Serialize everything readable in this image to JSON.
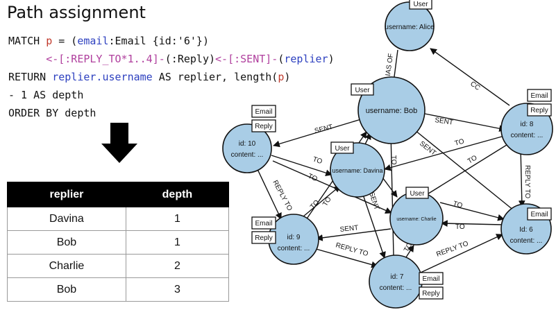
{
  "title": "Path assignment",
  "query": {
    "line1": {
      "kw": "MATCH ",
      "p": "p",
      "eq": " = (",
      "email": "email",
      "lbl": ":Email {id:'6'})"
    },
    "line2": {
      "indent": "      ",
      "a1": "<-[:REPLY_TO*1..4]-",
      "mid": "(:Reply)",
      "a2": "<-[:SENT]-",
      "open": "(",
      "replier": "replier",
      "close": ")"
    },
    "line3": {
      "kw": "RETURN ",
      "repl": "replier.username",
      "as": " AS replier, length(",
      "p": "p",
      "close": ")"
    },
    "line4": "- 1 AS depth",
    "line5": "ORDER BY depth"
  },
  "result_table": {
    "headers": [
      "replier",
      "depth"
    ],
    "rows": [
      [
        "Davina",
        "1"
      ],
      [
        "Bob",
        "1"
      ],
      [
        "Charlie",
        "2"
      ],
      [
        "Bob",
        "3"
      ]
    ]
  },
  "graph": {
    "nodes": {
      "alice": {
        "text": "username: Alice",
        "labels": [
          "User"
        ]
      },
      "bob": {
        "text": "username: Bob",
        "labels": [
          "User"
        ]
      },
      "davina": {
        "text": "username: Davina",
        "labels": [
          "User"
        ]
      },
      "charlie": {
        "text": "username: Charlie",
        "labels": [
          "User"
        ]
      },
      "n10": {
        "line1": "id: 10",
        "line2": "content: ...",
        "labels": [
          "Email",
          "Reply"
        ]
      },
      "n9": {
        "line1": "id: 9",
        "line2": "content: ...",
        "labels": [
          "Email",
          "Reply"
        ]
      },
      "n7": {
        "line1": "id: 7",
        "line2": "content: ...",
        "labels": [
          "Email",
          "Reply"
        ]
      },
      "n8": {
        "line1": "id: 8",
        "line2": "content: ...",
        "labels": [
          "Email",
          "Reply"
        ]
      },
      "n6": {
        "line1": "Id: 6",
        "line2": "content: ...",
        "labels": [
          "Email"
        ]
      }
    },
    "edge_labels": {
      "alias_of": "ALIAS OF",
      "cc": "CC",
      "sent": "SENT",
      "to": "TO",
      "reply_to": "REPLY TO"
    },
    "node_fill": "#a9cde6",
    "stroke": "#111111"
  }
}
